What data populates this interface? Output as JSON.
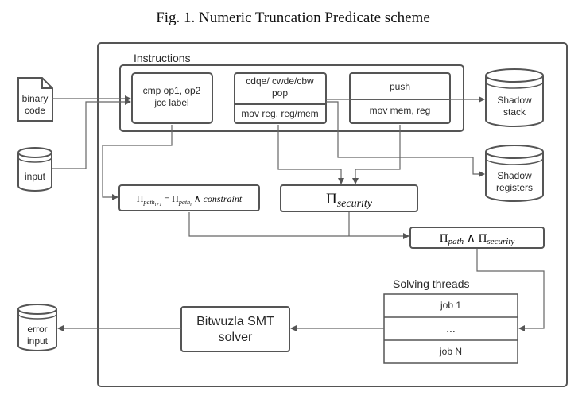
{
  "caption": "Fig. 1.  Numeric Truncation Predicate scheme",
  "instructions_group": {
    "title": "Instructions",
    "cmp_box": {
      "line1": "cmp op1, op2",
      "line2": "jcc label"
    },
    "cdqe_box": {
      "top_line1": "cdqe/ cwde/cbw",
      "top_line2": "pop",
      "bottom": "mov reg, reg/mem"
    },
    "push_box": {
      "top": "push",
      "bottom": "mov mem, reg"
    }
  },
  "inputs": {
    "binary_code": {
      "line1": "binary",
      "line2": "code"
    },
    "input": "input"
  },
  "stores": {
    "shadow_stack": {
      "line1": "Shadow",
      "line2": "stack"
    },
    "shadow_registers": {
      "line1": "Shadow",
      "line2": "registers"
    },
    "error_input": {
      "line1": "error",
      "line2": "input"
    }
  },
  "formulas": {
    "path_update": {
      "pi": "Π",
      "sub_next": "path",
      "sub_next_idx": "i+1",
      "eq": " = Π",
      "sub_cur": "path",
      "sub_cur_idx": "i",
      "and": " ∧ ",
      "constraint": "constraint"
    },
    "security": {
      "pi": "Π",
      "sub": "security"
    },
    "combined": {
      "pi1": "Π",
      "sub1": "path",
      "and": " ∧ ",
      "pi2": "Π",
      "sub2": "security"
    }
  },
  "solving_threads": {
    "title": "Solving threads",
    "jobs": [
      "job 1",
      "...",
      "job N"
    ]
  },
  "solver": {
    "line1": "Bitwuzla SMT",
    "line2": "solver"
  }
}
